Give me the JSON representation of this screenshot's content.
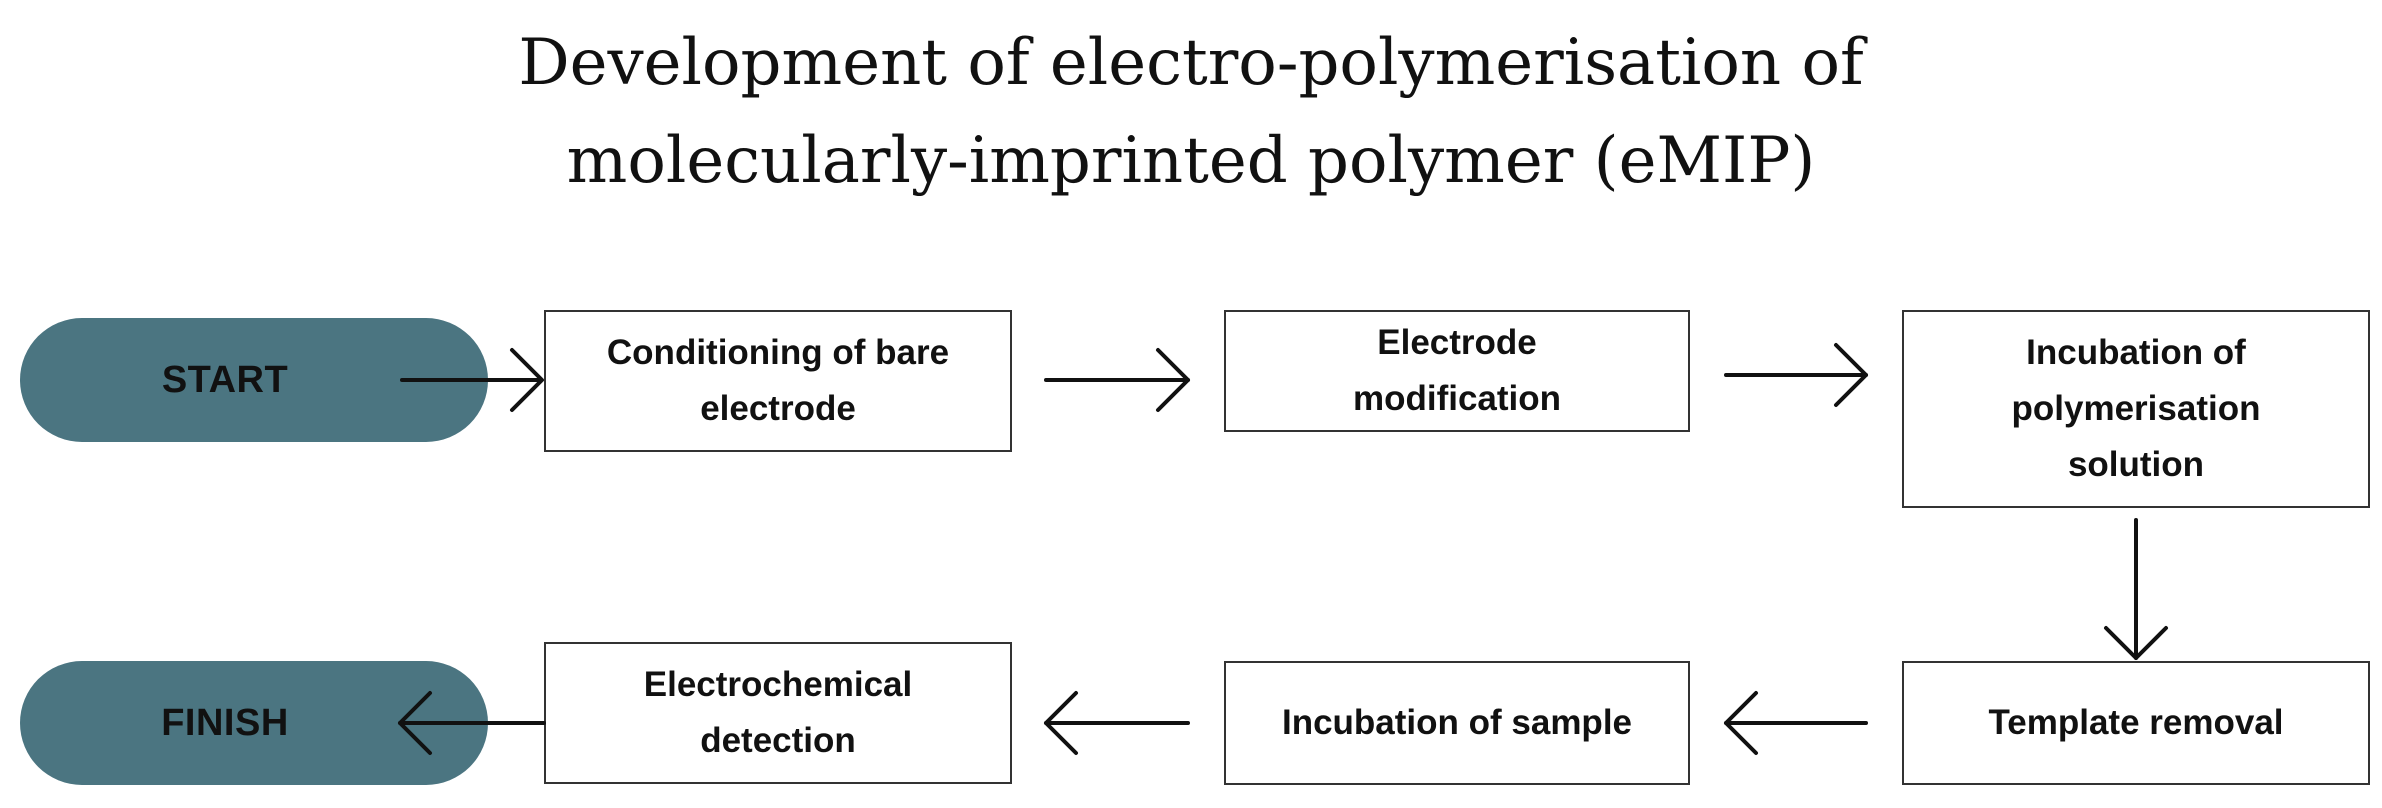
{
  "title": {
    "line1": "Development of electro-polymerisation of",
    "line2": "molecularly-imprinted polymer (eMIP)"
  },
  "nodes": {
    "start": "START",
    "finish": "FINISH",
    "conditioning": "Conditioning of bare electrode",
    "electrode_modification": "Electrode modification",
    "incubation_polymerisation": "Incubation of polymerisation solution",
    "template_removal": "Template removal",
    "incubation_sample": "Incubation of sample",
    "electrochemical_detection": "Electrochemical detection"
  },
  "colors": {
    "terminal_fill": "#4b7581",
    "box_border": "#333333",
    "arrow": "#111111"
  }
}
